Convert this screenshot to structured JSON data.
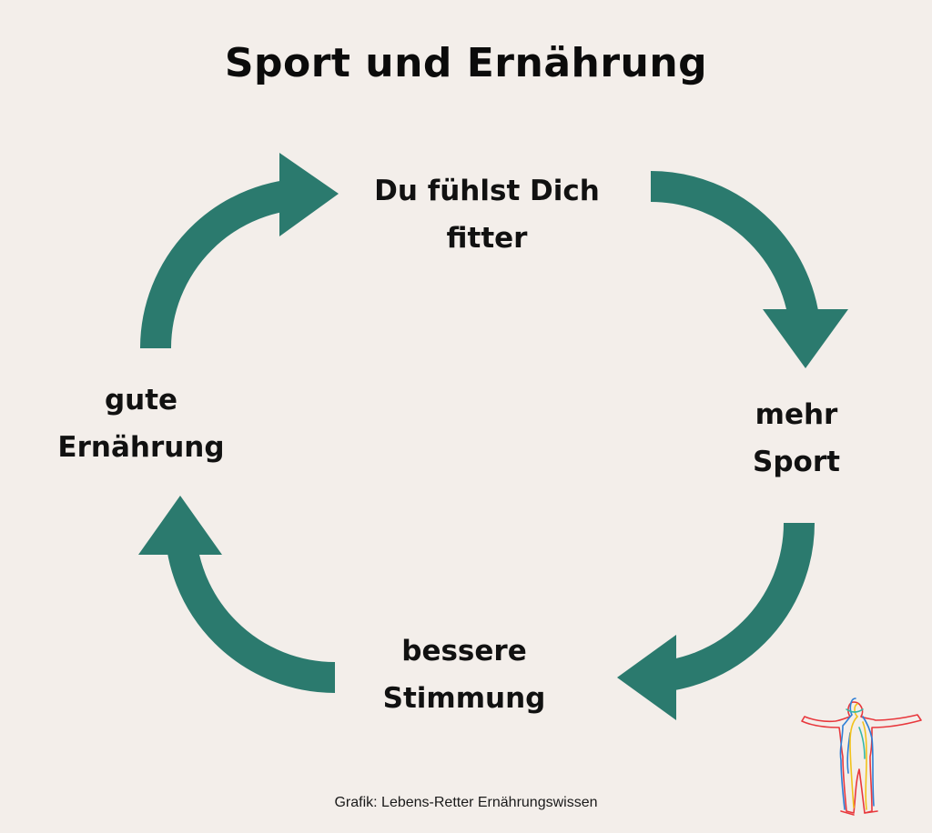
{
  "title": "Sport und Ernährung",
  "nodes": {
    "top": {
      "line1": "Du fühlst Dich",
      "line2": "fitter"
    },
    "right": {
      "line1": "mehr",
      "line2": "Sport"
    },
    "bottom": {
      "line1": "bessere",
      "line2": "Stimmung"
    },
    "left": {
      "line1": "gute",
      "line2": "Ernährung"
    }
  },
  "credit": "Grafik: Lebens-Retter Ernährungswissen",
  "colors": {
    "background": "#f3eeea",
    "arrow": "#2b7a6e",
    "text": "#111111"
  },
  "logo": {
    "icon": "outstretched-arms-figure-icon"
  }
}
